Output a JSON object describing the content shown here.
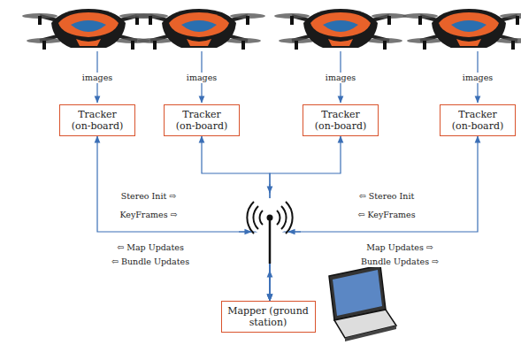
{
  "diagram": {
    "nodes": [
      {
        "text": [
          "Tracker (on-board)"
        ]
      },
      {
        "text": [
          "Tracker (on-board)"
        ]
      },
      {
        "text": [
          "Tracker (on-board)"
        ]
      },
      {
        "text": [
          "Tracker (on-board)"
        ]
      },
      {
        "text": [
          "Mapper (ground station)"
        ]
      }
    ],
    "edges": [
      {
        "from": 0,
        "to": 4,
        "arrow": "both"
      },
      {
        "from": 1,
        "to": 4,
        "arrow": "both"
      },
      {
        "from": 2,
        "to": 4,
        "arrow": "both"
      },
      {
        "from": 3,
        "to": 4,
        "arrow": "both"
      }
    ],
    "labels": [
      "images",
      "images",
      "images",
      "images",
      "Stereo Init ⇨",
      "KeyFrames ⇨",
      "⇦ Map Updates",
      "⇦ Bundle Updates",
      "⇦ Stereo Init",
      "⇦ KeyFrames",
      "Map Updates ⇨",
      "Bundle Updates ⇨"
    ]
  }
}
